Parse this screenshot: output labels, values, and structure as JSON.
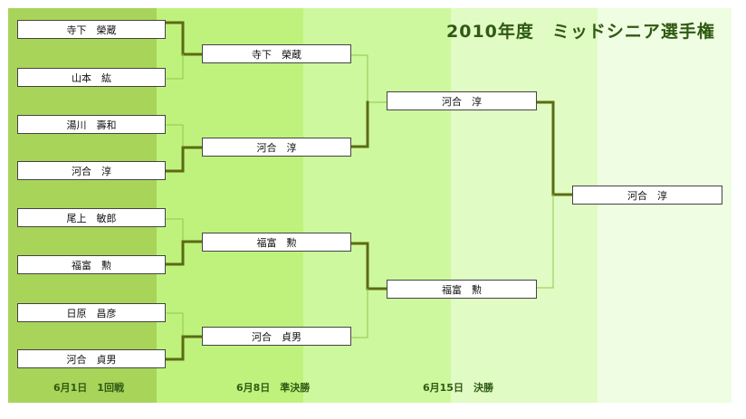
{
  "title": "2010年度　ミッドシニア選手権",
  "colors": {
    "band1": "#a8d45a",
    "band2": "#bff27d",
    "band3": "#cdf89e",
    "band4": "#e0fbc3",
    "band5": "#effde2",
    "win_line": "#5b6b12",
    "lose_line": "#90c84c"
  },
  "rounds": [
    {
      "label": "6月1日　1回戦"
    },
    {
      "label": "6月8日　準決勝"
    },
    {
      "label": "6月15日　決勝"
    }
  ],
  "round1": [
    "寺下　榮蔵",
    "山本　紘",
    "湯川　壽和",
    "河合　淳",
    "尾上　敏郎",
    "福富　勲",
    "日原　昌彦",
    "河合　貞男"
  ],
  "round2": [
    "寺下　榮蔵",
    "河合　淳",
    "福富　勲",
    "河合　貞男"
  ],
  "round3": [
    "河合　淳",
    "福富　勲"
  ],
  "champion": "河合　淳"
}
